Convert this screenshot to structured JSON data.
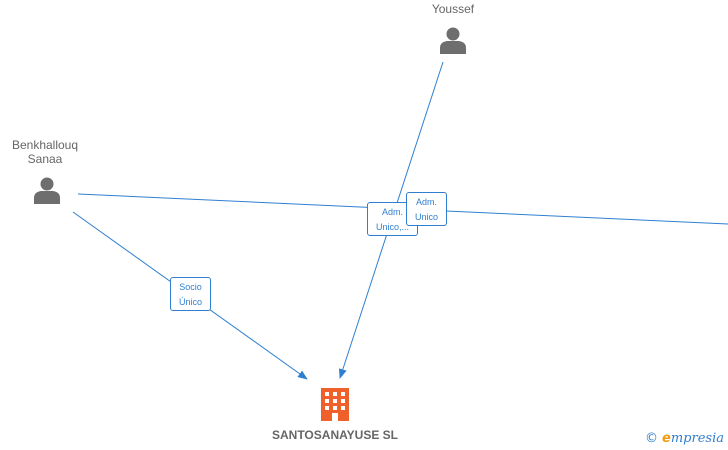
{
  "nodes": {
    "youssef": {
      "name": "Youssef",
      "icon": "person-icon"
    },
    "benkhallouq": {
      "name": "Benkhallouq Sanaa",
      "icon": "person-icon"
    },
    "company": {
      "name": "SANTOSANAYUSE SL",
      "icon": "building-icon"
    }
  },
  "edges": {
    "socio_unico": {
      "line1": "Socio",
      "line2": "Único"
    },
    "adm_unico_1": {
      "line1": "Adm.",
      "line2": "Unico,..."
    },
    "adm_unico_2": {
      "line1": "Adm.",
      "line2": "Unico"
    }
  },
  "watermark": {
    "copyright": "©",
    "brand_initial": "e",
    "brand_rest": "mpresia"
  },
  "colors": {
    "edge": "#2f7fd0",
    "person": "#6e6e6e",
    "company": "#f0602a"
  }
}
